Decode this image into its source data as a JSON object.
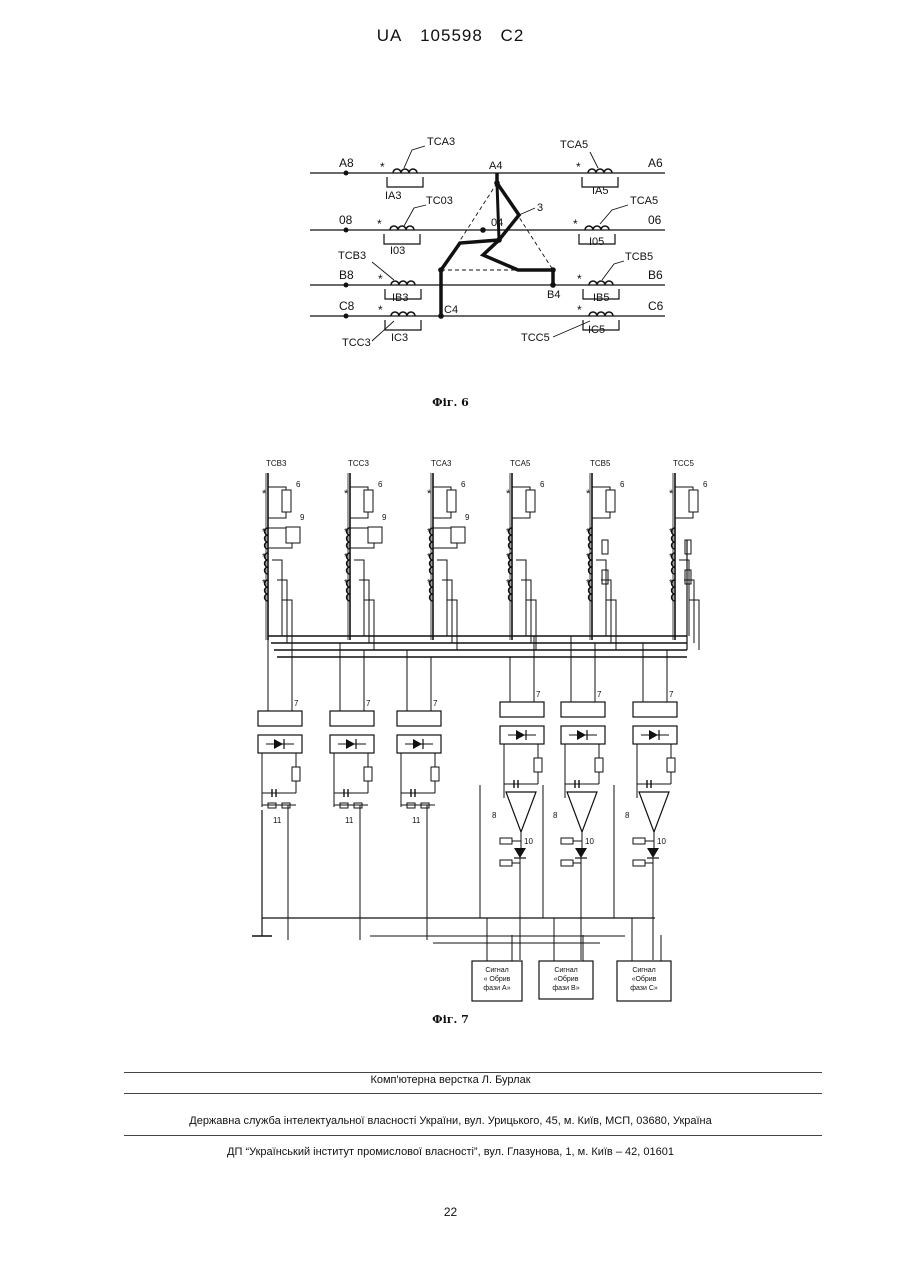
{
  "header": {
    "country": "UA",
    "number": "105598",
    "kind": "C2"
  },
  "fig6": {
    "caption": "Фіг. 6",
    "lines": [
      "A8",
      "08",
      "B8",
      "C8"
    ],
    "right_lines": [
      "A6",
      "06",
      "B6",
      "C6"
    ],
    "nodes": [
      "A4",
      "04",
      "B4",
      "C4"
    ],
    "left_tc": [
      "TCA3",
      "TC03",
      "TCB3",
      "TCC3"
    ],
    "left_i": [
      "IA3",
      "I03",
      "IB3",
      "IC3"
    ],
    "right_tc": [
      "TCA5",
      "TCA5",
      "TCB5",
      "TCC5"
    ],
    "right_i": [
      "IA5",
      "I05",
      "IB5",
      "IC5"
    ],
    "ref3": "3",
    "star": "*"
  },
  "fig7": {
    "caption": "Фіг. 7",
    "tc_labels": [
      "TCB3",
      "TCC3",
      "TCA3",
      "TCA5",
      "TCB5",
      "TCC5"
    ],
    "ref_6": "6",
    "ref_9": "9",
    "ref_7": "7",
    "ref_8": "8",
    "ref_10": "10",
    "ref_11": "11",
    "signals": [
      [
        "Сигнал",
        "« Обрив",
        "фази А»"
      ],
      [
        "Сигнал",
        "«Обрив",
        "фази В»"
      ],
      [
        "Сигнал",
        "«Обрив",
        "фази С»"
      ]
    ]
  },
  "footer": {
    "composer": "Комп'ютерна верстка Л. Бурлак",
    "office": "Державна служба інтелектуальної власності України, вул. Урицького, 45, м. Київ, МСП, 03680, Україна",
    "institute": "ДП “Український інститут промислової власності”, вул. Глазунова, 1, м. Київ – 42, 01601"
  },
  "page_number": "22"
}
